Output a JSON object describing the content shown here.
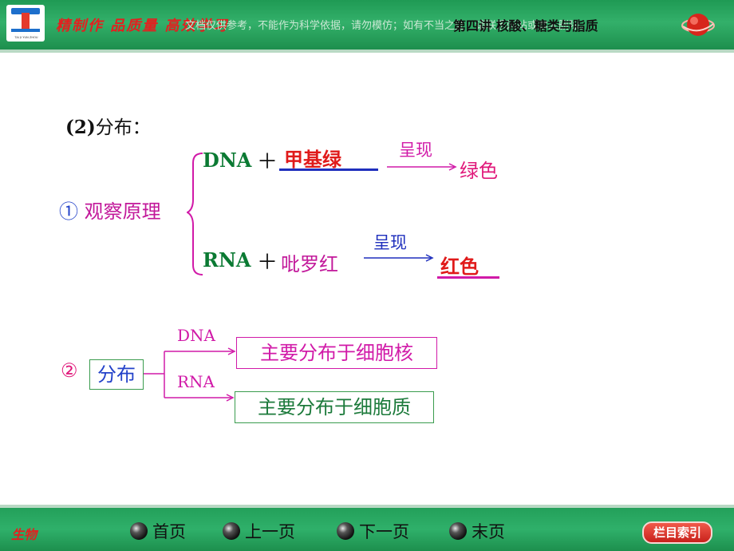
{
  "header": {
    "logo_caption": "TAI JI YUN ZHOU",
    "slogan": "精制作  品质量  高效学习",
    "watermark": "文档仅供参考，不能作为科学依据，请勿模仿；如有不当之处，请联系网站或本人删除。",
    "lecture_title": "第四讲  核酸、糖类与脂质"
  },
  "content": {
    "section_title_num": "(2)",
    "section_title_text": "分布：",
    "item1": {
      "num": "①",
      "label": "观察原理",
      "dna": {
        "molecule": "DNA",
        "plus": "＋",
        "reagent": "甲基绿",
        "arrow_text": "呈现",
        "result": "绿色"
      },
      "rna": {
        "molecule": "RNA",
        "plus": "＋",
        "reagent": "吡罗红",
        "arrow_text": "呈现",
        "result": "红色"
      }
    },
    "item2": {
      "num": "②",
      "label": "分布",
      "branch_dna": "DNA",
      "branch_rna": "RNA",
      "dna_location": "主要分布于细胞核",
      "rna_location": "主要分布于细胞质"
    }
  },
  "footer": {
    "subject": "生物",
    "nav": [
      "首页",
      "上一页",
      "下一页",
      "末页"
    ],
    "index_label": "栏目索引"
  },
  "colors": {
    "header_green": "#2fb06a",
    "brand_red": "#e41f1f",
    "magenta": "#d11aa8",
    "dark_green_text": "#0b7a33",
    "blue": "#2342c9"
  },
  "icons": {
    "logo": "ti-logo-icon",
    "globe": "globe-icon",
    "nav_ball": "black-ball-icon"
  }
}
